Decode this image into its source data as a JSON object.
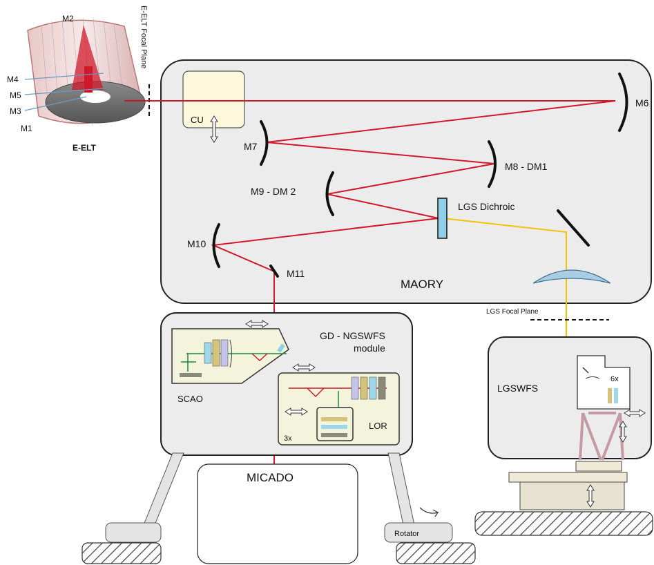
{
  "telescope": {
    "name": "E-ELT",
    "focal_plane": "E-ELT Focal Plane",
    "mirrors": [
      "M2",
      "M4",
      "M5",
      "M3",
      "M1"
    ]
  },
  "maory": {
    "name": "MAORY",
    "cu": "CU",
    "mirrors": {
      "m6": "M6",
      "m7": "M7",
      "m8": "M8 - DM1",
      "m9": "M9  - DM 2",
      "m10": "M10",
      "m11": "M11"
    },
    "dichroic": "LGS Dichroic",
    "lgs_focal_plane": "LGS Focal Plane"
  },
  "ngswfs": {
    "title_line1": "GD - NGSWFS",
    "title_line2": "module",
    "scao": "SCAO",
    "lor": "LOR",
    "multiplicity": "3x"
  },
  "lgswfs": {
    "name": "LGSWFS",
    "multiplicity": "6x"
  },
  "micado": {
    "name": "MICADO"
  },
  "rotator": {
    "name": "Rotator"
  },
  "colors": {
    "science_beam": "#d0182a",
    "lgs_beam": "#f2c200",
    "box_fill": "#ececec",
    "cu_fill": "#fdf8dc"
  }
}
